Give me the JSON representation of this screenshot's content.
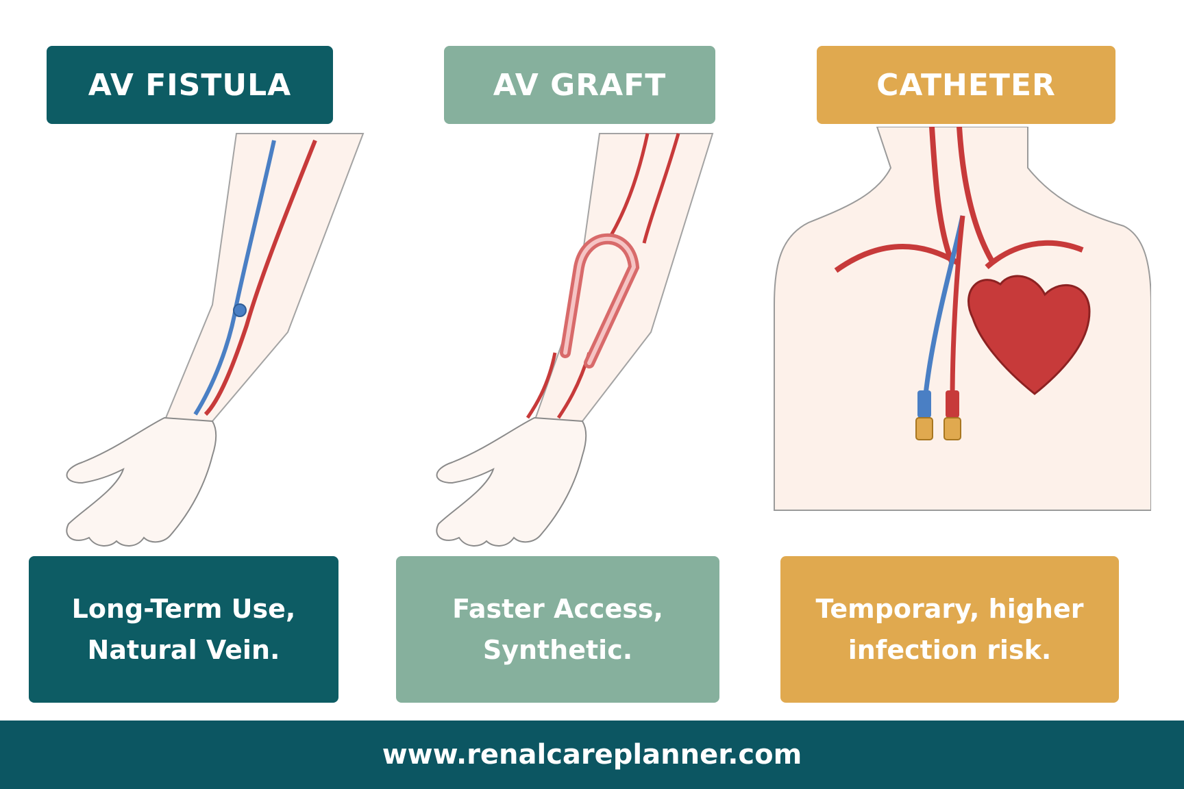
{
  "colors": {
    "teal": "#0d5c64",
    "sage": "#86b09d",
    "ochre": "#e0a94f",
    "footer": "#0c5662",
    "artery": "#c73a3a",
    "vein": "#4a7fc4",
    "skin": "#fdf1ea",
    "outline": "#8a8a8a"
  },
  "panels": [
    {
      "title": "AV FISTULA",
      "desc_line1": "Long-Term Use,",
      "desc_line2": "Natural Vein."
    },
    {
      "title": "AV GRAFT",
      "desc_line1": "Faster Access,",
      "desc_line2": "Synthetic."
    },
    {
      "title": "CATHETER",
      "desc_line1": "Temporary, higher",
      "desc_line2": "infection risk."
    }
  ],
  "footer": {
    "url": "www.renalcareplanner.com"
  }
}
